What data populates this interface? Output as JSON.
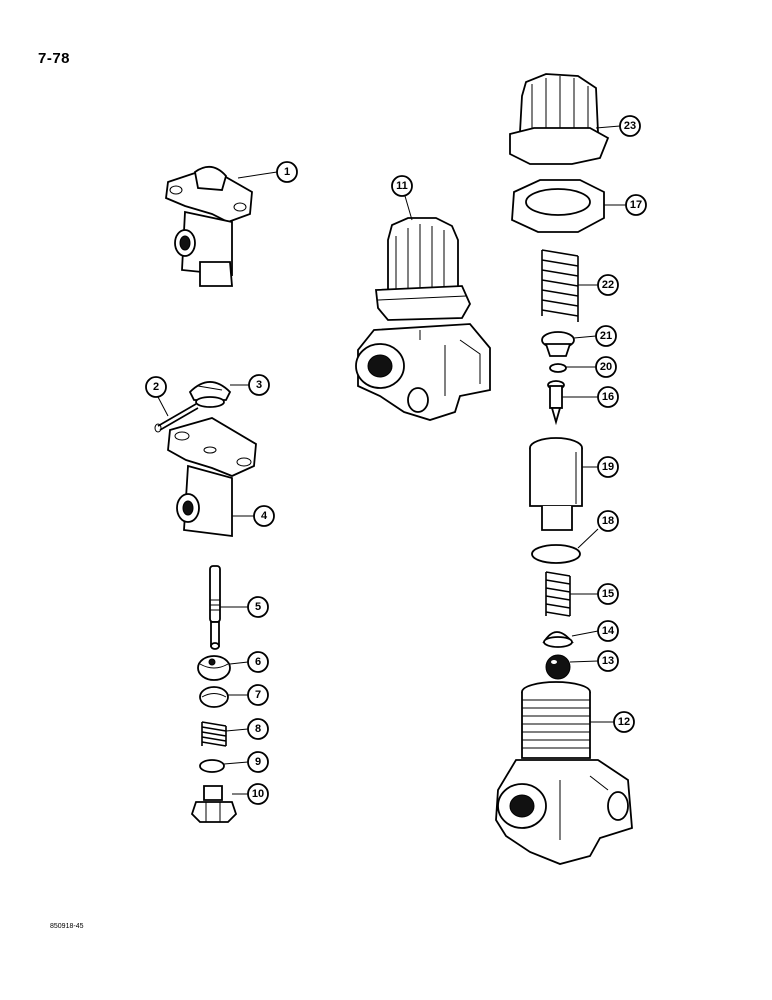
{
  "page_number": "7-78",
  "figure_code": "850918-45",
  "callouts": [
    "1",
    "2",
    "3",
    "4",
    "5",
    "6",
    "7",
    "8",
    "9",
    "10",
    "11",
    "12",
    "13",
    "14",
    "15",
    "16",
    "17",
    "18",
    "19",
    "20",
    "21",
    "22",
    "23"
  ]
}
